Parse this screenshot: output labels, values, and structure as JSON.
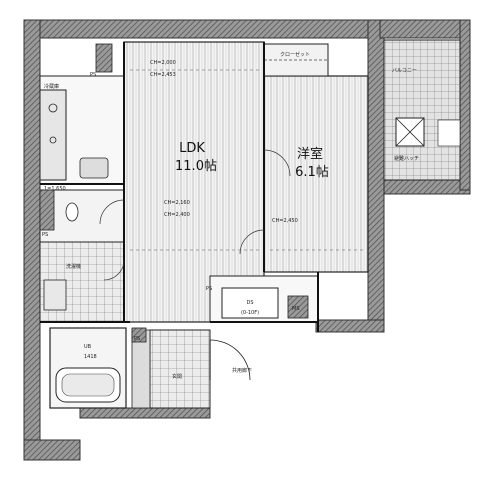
{
  "rooms": {
    "ldk_name": "LDK",
    "ldk_size": "11.0帖",
    "western_name": "洋室",
    "western_size": "6.1帖"
  },
  "labels": {
    "ds": "DS",
    "ps_1": "PS",
    "ps_2": "PS",
    "ps_3": "PS",
    "ps_4": "PS",
    "ms": "MS",
    "ub": "UB",
    "ub_size": "1418",
    "entrance": "玄関",
    "hallway_storage": "共用廊下",
    "closet": "クローゼット",
    "balcony": "バルコニー",
    "refrigerator": "冷蔵庫",
    "washer": "洗濯機",
    "ref_ceiling_1": "CH=2,000",
    "ref_ceiling_2": "CH=2,453",
    "ref_ceiling_3": "CH=2,160",
    "ref_ceiling_4": "CH=2,400",
    "ref_ceiling_5": "CH=2,450",
    "ref_dim_1": "1=1,650",
    "bay_window": "避難ハッチ",
    "floor_note": "(0-10F)"
  }
}
